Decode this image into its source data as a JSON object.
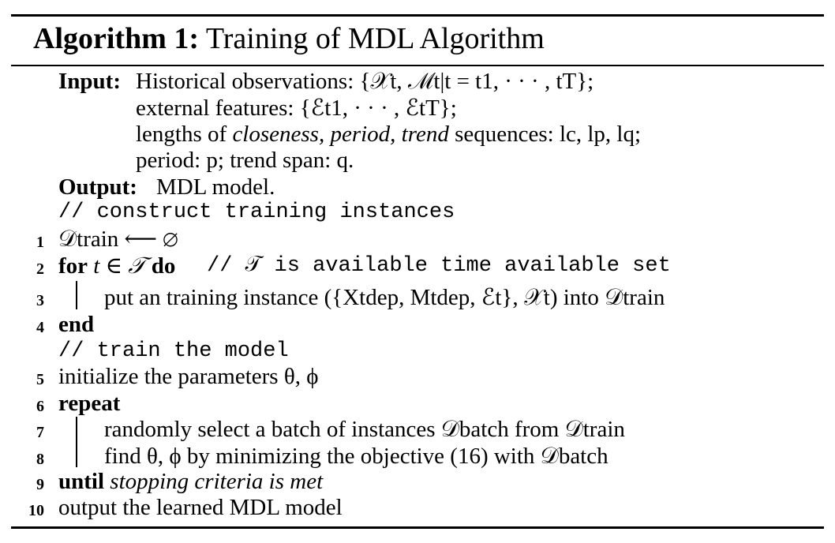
{
  "algorithm": {
    "label": "Algorithm 1:",
    "title": "Training of MDL Algorithm"
  },
  "input": {
    "keyword": "Input:",
    "line1": "Historical observations: {𝒳t, ℳt|t = t1, · · · , tT};",
    "line2": "external features: {ℰt1, · · · , ℰtT};",
    "line3_pre": "lengths of ",
    "line3_it": "closeness, period, trend",
    "line3_post": " sequences: lc, lp, lq;",
    "line4": "period: p; trend span: q."
  },
  "output": {
    "keyword": "Output:",
    "text": "MDL model."
  },
  "comments": {
    "construct": "// construct training instances",
    "train": "// train the model",
    "avail": "// 𝒯 is available time available set"
  },
  "lines": [
    {
      "no": "1",
      "text": "𝒟train ⟵ ∅"
    },
    {
      "no": "2",
      "kw": "for",
      "text": " t ∈ 𝒯 ",
      "kw2": "do"
    },
    {
      "no": "3",
      "text": "put an training instance ({Xtdep, Mtdep, ℰt}, 𝒳t) into 𝒟train"
    },
    {
      "no": "4",
      "kw": "end"
    },
    {
      "no": "5",
      "text": "initialize the parameters θ, ϕ"
    },
    {
      "no": "6",
      "kw": "repeat"
    },
    {
      "no": "7",
      "text": "randomly select a batch of instances 𝒟batch from 𝒟train"
    },
    {
      "no": "8",
      "text": "find θ, ϕ by minimizing the objective (16) with 𝒟batch"
    },
    {
      "no": "9",
      "kw": "until",
      "text": " stopping criteria is met"
    },
    {
      "no": "10",
      "text": "output the learned MDL model"
    }
  ]
}
